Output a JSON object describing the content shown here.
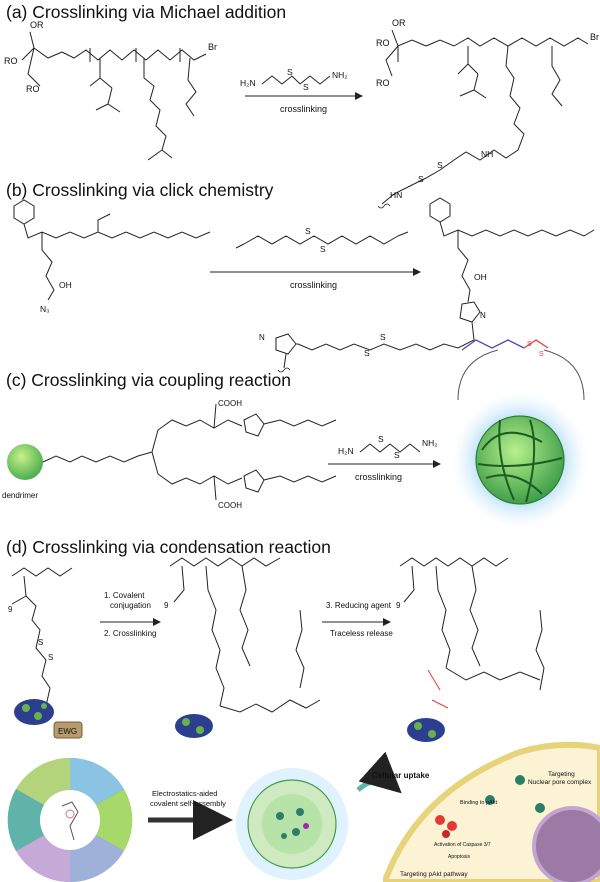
{
  "panels": {
    "a": {
      "title": "(a) Crosslinking via Michael addition",
      "arrow_label": "crosslinking"
    },
    "b": {
      "title": "(b) Crosslinking via click chemistry",
      "arrow_label": "crosslinking"
    },
    "c": {
      "title": "(c) Crosslinking via coupling reaction",
      "arrow_label": "crosslinking",
      "core_label": "dendrimer"
    },
    "d": {
      "title": "(d) Crosslinking via condensation reaction",
      "step1": "1. Covalent",
      "step1b": "conjugation",
      "step2": "2. Crosslinking",
      "step3": "3. Reducing agent",
      "step3b": "Traceless release",
      "ewg": "EWG"
    }
  },
  "bottom": {
    "assembly_label_1": "Electrostatics-aided",
    "assembly_label_2": "covalent self-assembly",
    "uptake_label": "Cellular uptake",
    "targeting_npc_1": "Targeting",
    "targeting_npc_2": "Nuclear pore complex",
    "targeting_pakt": "Targeting pAkt pathway",
    "binding_label": "Binding to pAkt",
    "caspase_label": "Activation of Caspase 3/7",
    "apoptosis_label": "Apoptosis"
  },
  "colors": {
    "dendrimer": "#7cc242",
    "nanoparticle": "#4caf50",
    "disulfide_red": "#e53935",
    "protein_blue": "#2c3e8f",
    "protein_green": "#6ab04c",
    "ewg_box": "#b89a6e",
    "wheel_teal": "#5fb3a8",
    "cell_membrane": "#e6d37a",
    "nucleus": "#9b7aa6"
  }
}
